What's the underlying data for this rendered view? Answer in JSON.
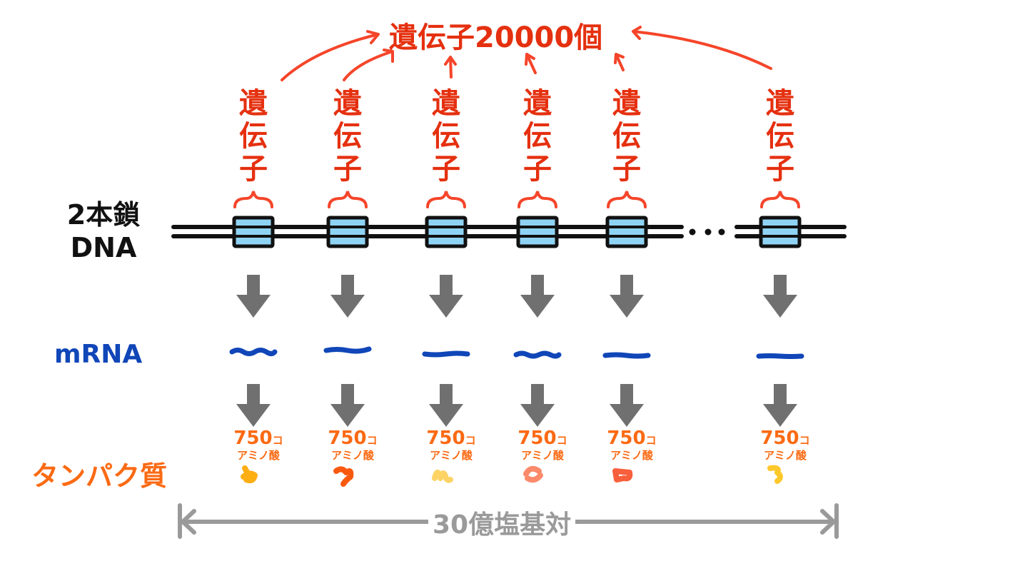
{
  "title": "遺伝子20000個",
  "gene_label_chars": [
    "遺",
    "伝",
    "子"
  ],
  "genes": [
    {
      "label": "遺伝子",
      "amino_count": "750",
      "amino_count_unit": "コ",
      "amino_label": "アミノ酸",
      "protein_color": "#fdae13"
    },
    {
      "label": "遺伝子",
      "amino_count": "750",
      "amino_count_unit": "コ",
      "amino_label": "アミノ酸",
      "protein_color": "#f9590e"
    },
    {
      "label": "遺伝子",
      "amino_count": "750",
      "amino_count_unit": "コ",
      "amino_label": "アミノ酸",
      "protein_color": "#fdd364"
    },
    {
      "label": "遺伝子",
      "amino_count": "750",
      "amino_count_unit": "コ",
      "amino_label": "アミノ酸",
      "protein_color": "#fb8a6a"
    },
    {
      "label": "遺伝子",
      "amino_count": "750",
      "amino_count_unit": "コ",
      "amino_label": "アミノ酸",
      "protein_color": "#f85f3c"
    },
    {
      "label": "遺伝子",
      "amino_count": "750",
      "amino_count_unit": "コ",
      "amino_label": "アミノ酸",
      "protein_color": "#fdc82b"
    }
  ],
  "rows": {
    "dna_line1": "2本鎖",
    "dna_line2": "DNA",
    "mrna": "mRNA",
    "protein": "タンパク質"
  },
  "ellipsis": "・・・",
  "scale_label": "30億塩基対",
  "colors": {
    "gene_red": "#e5300f",
    "arrow_red": "#f5452a",
    "gene_box_fill": "#8fd3f4",
    "dna_black": "#111111",
    "process_arrow": "#707070",
    "mrna_blue": "#1046b8",
    "protein_orange": "#fb6a13",
    "scale_gray": "#9a9a9a"
  }
}
